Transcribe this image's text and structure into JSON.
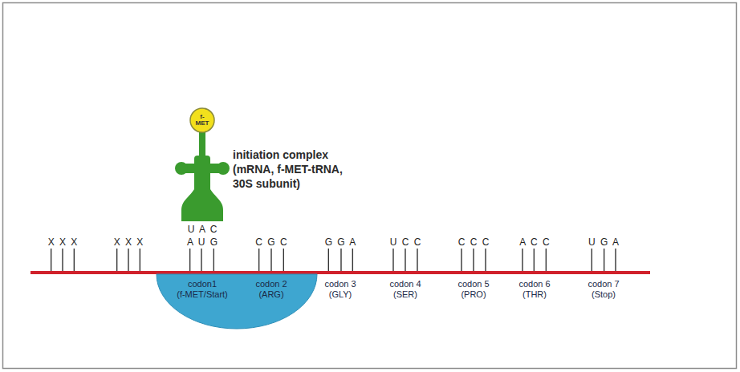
{
  "diagram": {
    "nodes": [
      {
        "text": [
          "f-MET"
        ]
      },
      {
        "text": [
          "codon1 (f-MET/Start)",
          "codon 2 (ARG)"
        ]
      }
    ],
    "labels": [
      "initiation complex (mRNA, f-MET-tRNA, 30S subunit)",
      "U A C",
      "X X X",
      "X X X",
      "A U G",
      "C G C",
      "G G A",
      "U C C",
      "C C C",
      "A C C",
      "U G A",
      "codon 3 (GLY)",
      "codon 4 (SER)",
      "codon 5 (PRO)",
      "codon 6 (THR)",
      "codon 7 (Stop)"
    ]
  }
}
